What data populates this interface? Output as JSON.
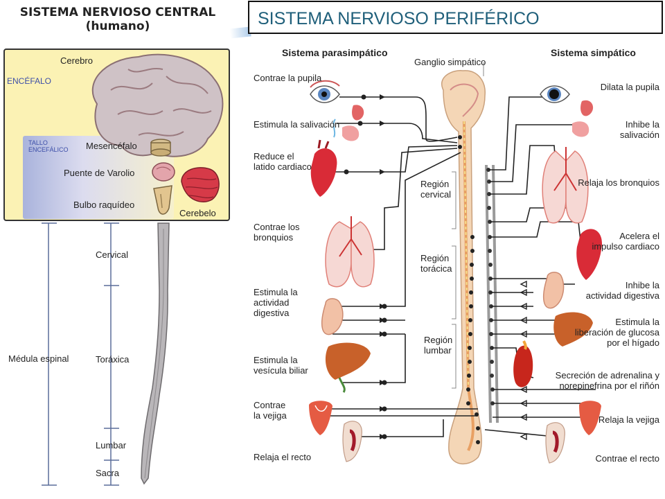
{
  "cns": {
    "title_line1": "SISTEMA NERVIOSO CENTRAL",
    "title_line2": "(humano)",
    "brain_label": "Cerebro",
    "encephalon_label": "ENCÉFALO",
    "brainstem_label_line1": "TALLO",
    "brainstem_label_line2": "ENCEFÁLICO",
    "midbrain_label": "Mesencéfalo",
    "pons_label": "Puente de Varolio",
    "medulla_label": "Bulbo raquídeo",
    "cerebellum_label": "Cerebelo",
    "spinal_cord_label": "Médula espinal",
    "regions": [
      "Cervical",
      "Toráxica",
      "Lumbar",
      "Sacra"
    ]
  },
  "pns": {
    "title": "SISTEMA NERVIOSO PERIFÉRICO",
    "parasympathetic_title": "Sistema parasimpático",
    "sympathetic_title": "Sistema simpático",
    "ganglion_label": "Ganglio simpático",
    "region_cervical": [
      "Región",
      "cervical"
    ],
    "region_thoracic": [
      "Región",
      "torácica"
    ],
    "region_lumbar": [
      "Región",
      "lumbar"
    ],
    "parasympathetic_effects": [
      [
        "Contrae la pupila"
      ],
      [
        "Estimula la salivación"
      ],
      [
        "Reduce el",
        "latido cardiaco"
      ],
      [
        "Contrae los",
        "bronquios"
      ],
      [
        "Estimula la",
        "actividad",
        "digestiva"
      ],
      [
        "Estimula la",
        "vesícula biliar"
      ],
      [
        "Contrae",
        "la vejiga"
      ],
      [
        "Relaja el recto"
      ]
    ],
    "sympathetic_effects": [
      [
        "Dilata la pupila"
      ],
      [
        "Inhibe la",
        "salivación"
      ],
      [
        "Relaja los bronquios"
      ],
      [
        "Acelera el",
        "impulso cardiaco"
      ],
      [
        "Inhibe la",
        "actividad digestiva"
      ],
      [
        "Estimula la",
        "liberación de glucosa",
        "por el hígado"
      ],
      [
        "Secreción de adrenalina y",
        "norepinefrina por el riñón"
      ],
      [
        "Relaja la vejiga"
      ],
      [
        "Contrae el recto"
      ]
    ]
  }
}
